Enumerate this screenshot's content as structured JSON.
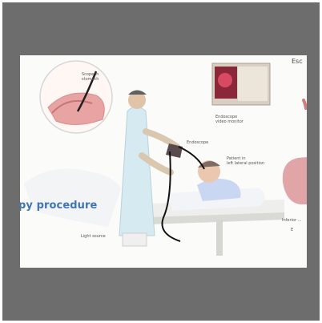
{
  "illustration": {
    "labels": {
      "scope_in_stomach": "Scope in\nstomach",
      "endoscope": "Endoscope",
      "video_monitor": "Endoscope\nvideo monitor",
      "patient_position": "Patient in\nleft lateral position",
      "light_source": "Light source",
      "bottom_right": "Inferior ...",
      "bottom_right_mark": "E"
    },
    "caption": "py procedure",
    "edge_title": "Esc"
  },
  "colors": {
    "border": "#6d6d6d",
    "caption": "#3f74b8",
    "tissue": "#e8a3a3",
    "monitor_screen": "#b8324a",
    "gown": "#cfe5ef"
  }
}
